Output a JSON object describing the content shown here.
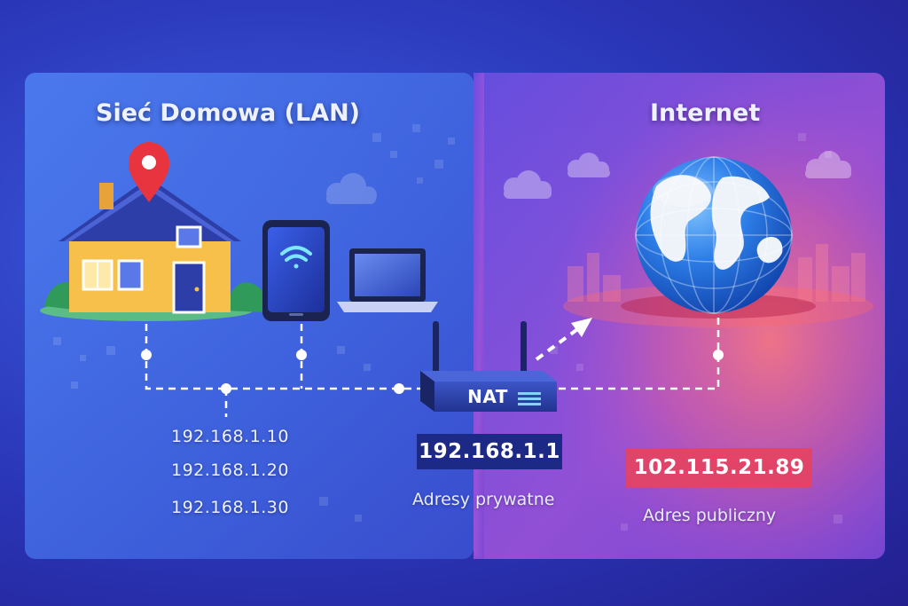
{
  "panels": {
    "lan_title": "Sieć Domowa (LAN)",
    "internet_title": "Internet"
  },
  "lan_devices": {
    "ips": [
      "192.168.1.10",
      "192.168.1.20",
      "192.168.1.30"
    ]
  },
  "router": {
    "label": "NAT",
    "ip": "192.168.1.1",
    "caption": "Adresy prywatne"
  },
  "internet": {
    "public_ip": "102.115.21.89",
    "caption": "Adres publiczny"
  },
  "colors": {
    "background": "#2a36b8",
    "lan_panel": "#3f6fe6",
    "internet_panel": "#8f4fd9",
    "router_ip_badge": "#1c2a86",
    "public_ip_badge": "#e0455e",
    "link_line": "#ffffff",
    "house_wall": "#f6c04a",
    "house_roof": "#2d3ea8",
    "location_pin": "#e8343f",
    "globe_ocean": "#1f6fe0",
    "globe_land": "#eef3fa"
  },
  "icons": [
    "house-icon",
    "location-pin-icon",
    "smartphone-icon",
    "wifi-icon",
    "laptop-icon",
    "router-icon",
    "globe-icon",
    "cloud-icon",
    "city-skyline-icon",
    "arrow-icon"
  ]
}
